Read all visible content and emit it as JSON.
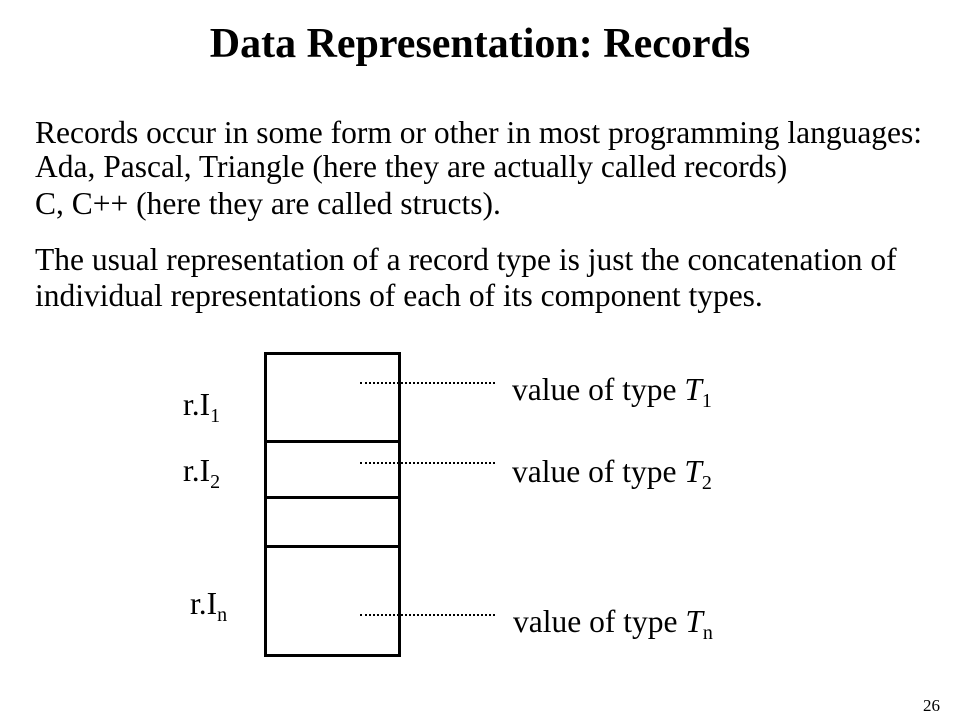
{
  "slide": {
    "title": "Data Representation: Records",
    "paragraph1": [
      "Records occur in some form or other in most programming languages:",
      "Ada, Pascal, Triangle (here they are actually called records)",
      "C, C++ (here they are called structs)."
    ],
    "paragraph2": [
      "The usual representation of a record type is just the concatenation of",
      "individual representations of each of its component types."
    ],
    "page_number": "26"
  },
  "diagram": {
    "fields": [
      {
        "label": "r.I",
        "label_sub": "1",
        "value_text": "value of type ",
        "value_type": "T",
        "value_sub": "1"
      },
      {
        "label": "r.I",
        "label_sub": "2",
        "value_text": "value of type ",
        "value_type": "T",
        "value_sub": "2"
      },
      {
        "label": "r.I",
        "label_sub": "n",
        "value_text": "value of type ",
        "value_type": "T",
        "value_sub": "n"
      }
    ]
  }
}
